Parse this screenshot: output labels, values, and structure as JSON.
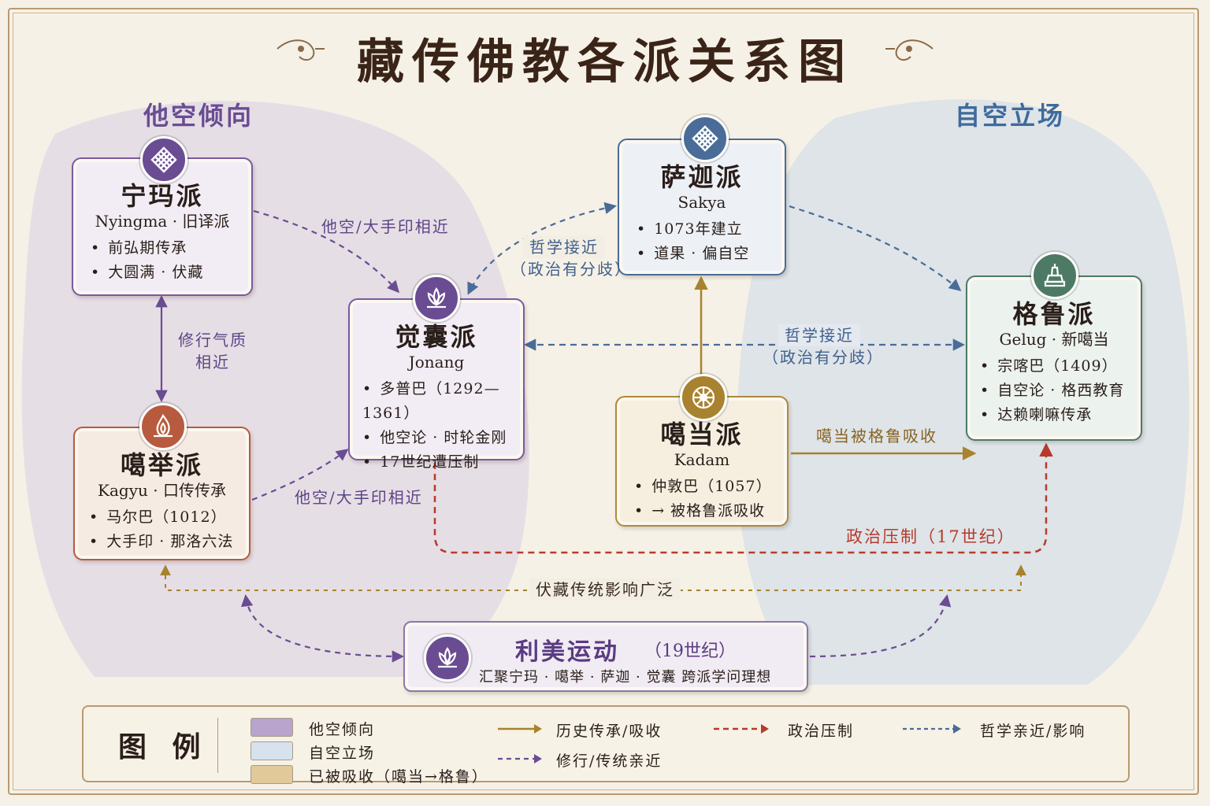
{
  "title": "藏传佛教各派关系图",
  "regions": {
    "left": "他空倾向",
    "right": "自空立场"
  },
  "schools": {
    "nyingma": {
      "cn": "宁玛派",
      "en": "Nyingma · 旧译派",
      "bullets": [
        "前弘期传承",
        "大圆满 · 伏藏"
      ]
    },
    "kagyu": {
      "cn": "噶举派",
      "en": "Kagyu · 口传传承",
      "bullets": [
        "马尔巴（1012）",
        "大手印 · 那洛六法"
      ]
    },
    "jonang": {
      "cn": "觉囊派",
      "en": "Jonang",
      "bullets": [
        "多普巴（1292—1361）",
        "他空论 · 时轮金刚",
        "17世纪遭压制"
      ]
    },
    "sakya": {
      "cn": "萨迦派",
      "en": "Sakya",
      "bullets": [
        "1073年建立",
        "道果 · 偏自空"
      ]
    },
    "kadam": {
      "cn": "噶当派",
      "en": "Kadam",
      "bullets": [
        "仲敦巴（1057）",
        "→ 被格鲁派吸收"
      ]
    },
    "gelug": {
      "cn": "格鲁派",
      "en": "Gelug · 新噶当",
      "bullets": [
        "宗喀巴（1409）",
        "自空论 · 格西教育",
        "达赖喇嘛传承"
      ]
    }
  },
  "edge_labels": {
    "nyingma_jonang": "他空/大手印相近",
    "kagyu_jonang": "他空/大手印相近",
    "nyingma_kagyu": "修行气质\n相近",
    "sakya_jonang_1": "哲学接近",
    "sakya_jonang_2": "（政治有分歧）",
    "gelug_jonang_1": "哲学接近",
    "gelug_jonang_2": "（政治有分歧）",
    "kadam_gelug": "噶当被格鲁吸收",
    "suppression": "政治压制（17世纪）",
    "terma": "伏藏传统影响广泛"
  },
  "rime": {
    "title": "利美运动",
    "sub": "（19世纪）",
    "desc": "汇聚宁玛 · 噶举 · 萨迦 · 觉囊 跨派学问理想"
  },
  "legend": {
    "title": "图 例",
    "items": {
      "zhentong": "他空倾向",
      "rangtong": "自空立场",
      "absorbed": "已被吸收（噶当→格鲁）",
      "historical": "历史传承/吸收",
      "practice": "修行/传统亲近",
      "political": "政治压制",
      "philosophy": "哲学亲近/影响"
    }
  },
  "colors": {
    "purple": "#6a4c93",
    "blue": "#4a6c98",
    "green": "#4d7a64",
    "gold": "#a8822e",
    "red": "#b83a2c",
    "kagyu_red": "#b85a3e"
  }
}
